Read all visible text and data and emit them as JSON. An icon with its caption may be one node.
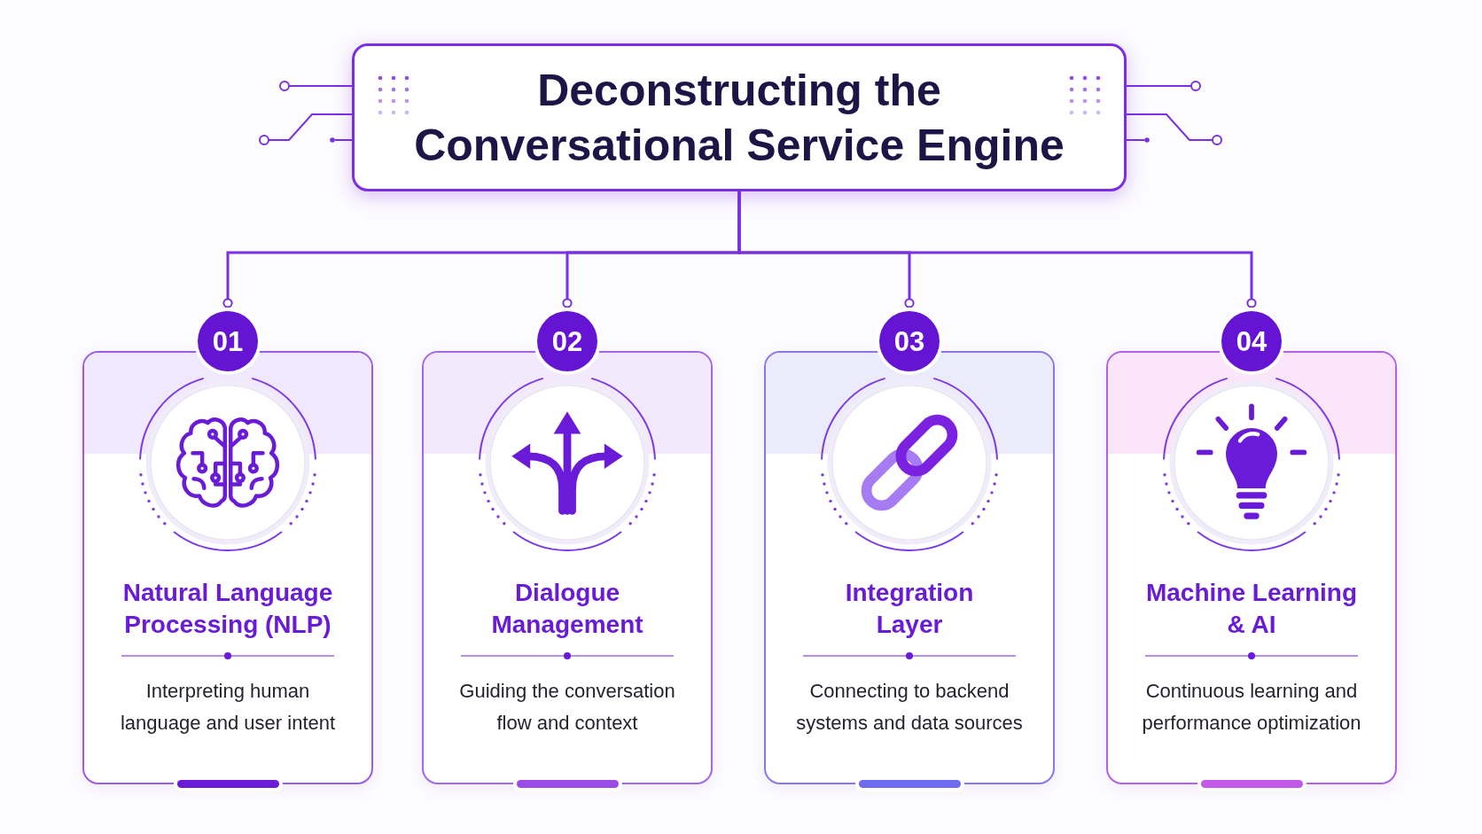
{
  "diagram": {
    "nodes": [
      {
        "text": [
          "Deconstructing the Conversational Service Engine"
        ]
      },
      {
        "text": [
          "01"
        ]
      },
      {
        "text": [
          "Natural Language Processing (NLP)",
          "Interpreting human language and user intent"
        ]
      },
      {
        "text": [
          "02"
        ]
      },
      {
        "text": [
          "Dialogue Management",
          "Guiding the conversation flow and context"
        ]
      },
      {
        "text": [
          "03"
        ]
      },
      {
        "text": [
          "Integration Layer",
          "Connecting to backend systems and data sources"
        ]
      },
      {
        "text": [
          "04"
        ]
      },
      {
        "text": [
          "Machine Learning & AI",
          "Continuous learning and performance optimization"
        ]
      }
    ],
    "edges": [
      {
        "from": 0,
        "to": 1,
        "arrow": "other"
      },
      {
        "from": 0,
        "to": 3,
        "arrow": "other"
      },
      {
        "from": 0,
        "to": 5,
        "arrow": "other"
      },
      {
        "from": 0,
        "to": 7,
        "arrow": "other"
      }
    ]
  }
}
